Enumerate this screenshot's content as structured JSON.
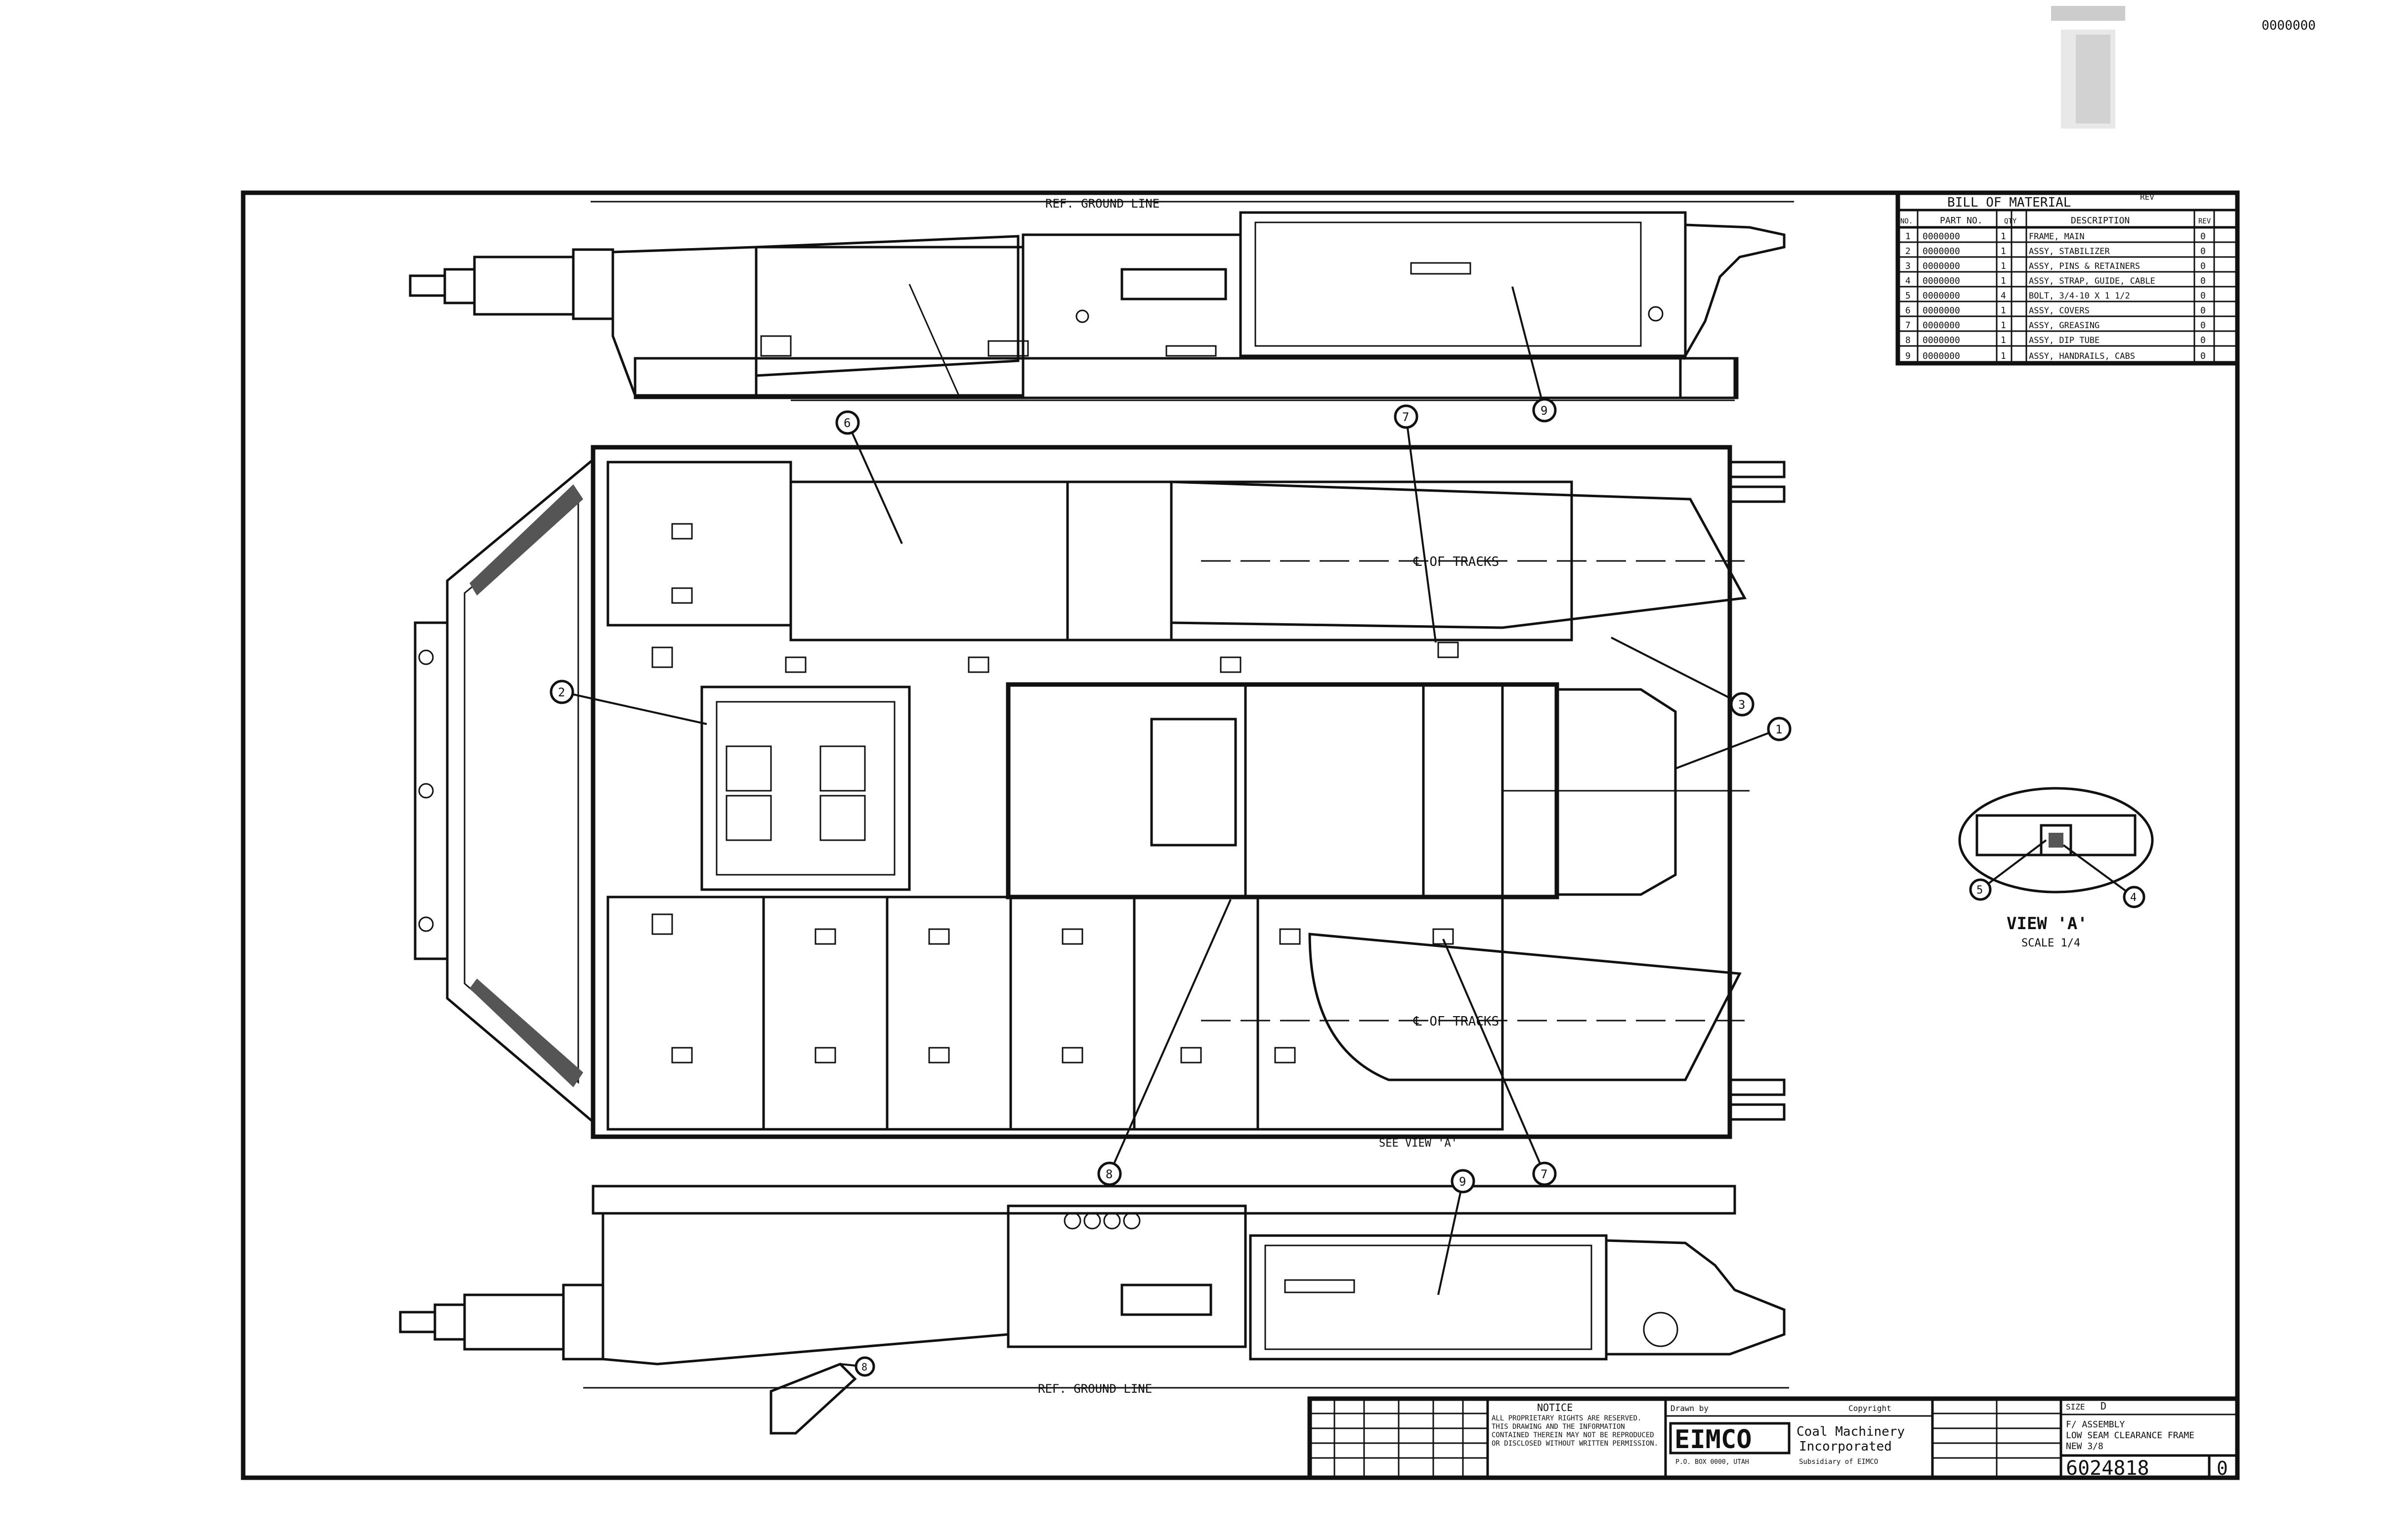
{
  "drawing": {
    "top_right_stamp": "0000000",
    "ground_line_top": "REF. GROUND LINE",
    "ground_line_bottom": "REF. GROUND LINE",
    "track_centerline_upper": "℄ OF TRACKS",
    "track_centerline_lower": "℄ OF TRACKS",
    "see_view": "SEE VIEW 'A'",
    "view_title": "VIEW 'A'",
    "view_scale": "SCALE 1/4",
    "balloons": {
      "b1": "1",
      "b2": "2",
      "b3": "3",
      "b4": "4",
      "b5": "5",
      "b6": "6",
      "b7a": "7",
      "b7b": "7",
      "b8a": "8",
      "b8b": "8",
      "b9a": "9",
      "b9b": "9"
    }
  },
  "bill_of_material": {
    "title": "BILL OF MATERIAL",
    "rev_label": "REV",
    "headers": [
      "NO.",
      "PART NO.",
      "QTY",
      "DESCRIPTION",
      "REV"
    ],
    "rows": [
      {
        "no": "1",
        "part": "0000000",
        "qty": "1",
        "desc": "FRAME, MAIN",
        "rev": "0"
      },
      {
        "no": "2",
        "part": "0000000",
        "qty": "1",
        "desc": "ASSY, STABILIZER",
        "rev": "0"
      },
      {
        "no": "3",
        "part": "0000000",
        "qty": "1",
        "desc": "ASSY, PINS & RETAINERS",
        "rev": "0"
      },
      {
        "no": "4",
        "part": "0000000",
        "qty": "1",
        "desc": "ASSY, STRAP, GUIDE, CABLE",
        "rev": "0"
      },
      {
        "no": "5",
        "part": "0000000",
        "qty": "4",
        "desc": "BOLT, 3/4-10 X 1 1/2",
        "rev": "0"
      },
      {
        "no": "6",
        "part": "0000000",
        "qty": "1",
        "desc": "ASSY, COVERS",
        "rev": "0"
      },
      {
        "no": "7",
        "part": "0000000",
        "qty": "1",
        "desc": "ASSY, GREASING",
        "rev": "0"
      },
      {
        "no": "8",
        "part": "0000000",
        "qty": "1",
        "desc": "ASSY, DIP TUBE",
        "rev": "0"
      },
      {
        "no": "9",
        "part": "0000000",
        "qty": "1",
        "desc": "ASSY, HANDRAILS, CABS",
        "rev": "0"
      }
    ]
  },
  "title_block": {
    "notice_title": "NOTICE",
    "notice_text": "ALL PROPRIETARY RIGHTS ARE RESERVED. THIS DRAWING AND THE INFORMATION CONTAINED THEREIN MAY NOT BE REPRODUCED OR DISCLOSED WITHOUT WRITTEN PERMISSION.",
    "drawn_by_label": "Drawn by",
    "copyright_label": "Copyright",
    "company_logo": "EIMCO",
    "company_name_1": "Coal Machinery",
    "company_name_2": "Incorporated",
    "company_sub": "Subsidiary of EIMCO",
    "company_loc": "P.O. BOX 0000, UTAH",
    "sheet_label": "SIZE",
    "sheet_value": "D",
    "title_1": "F/ ASSEMBLY",
    "title_2": "LOW SEAM CLEARANCE FRAME",
    "title_3": "NEW 3/8",
    "drawing_number": "6024818",
    "drawing_rev": "0"
  }
}
